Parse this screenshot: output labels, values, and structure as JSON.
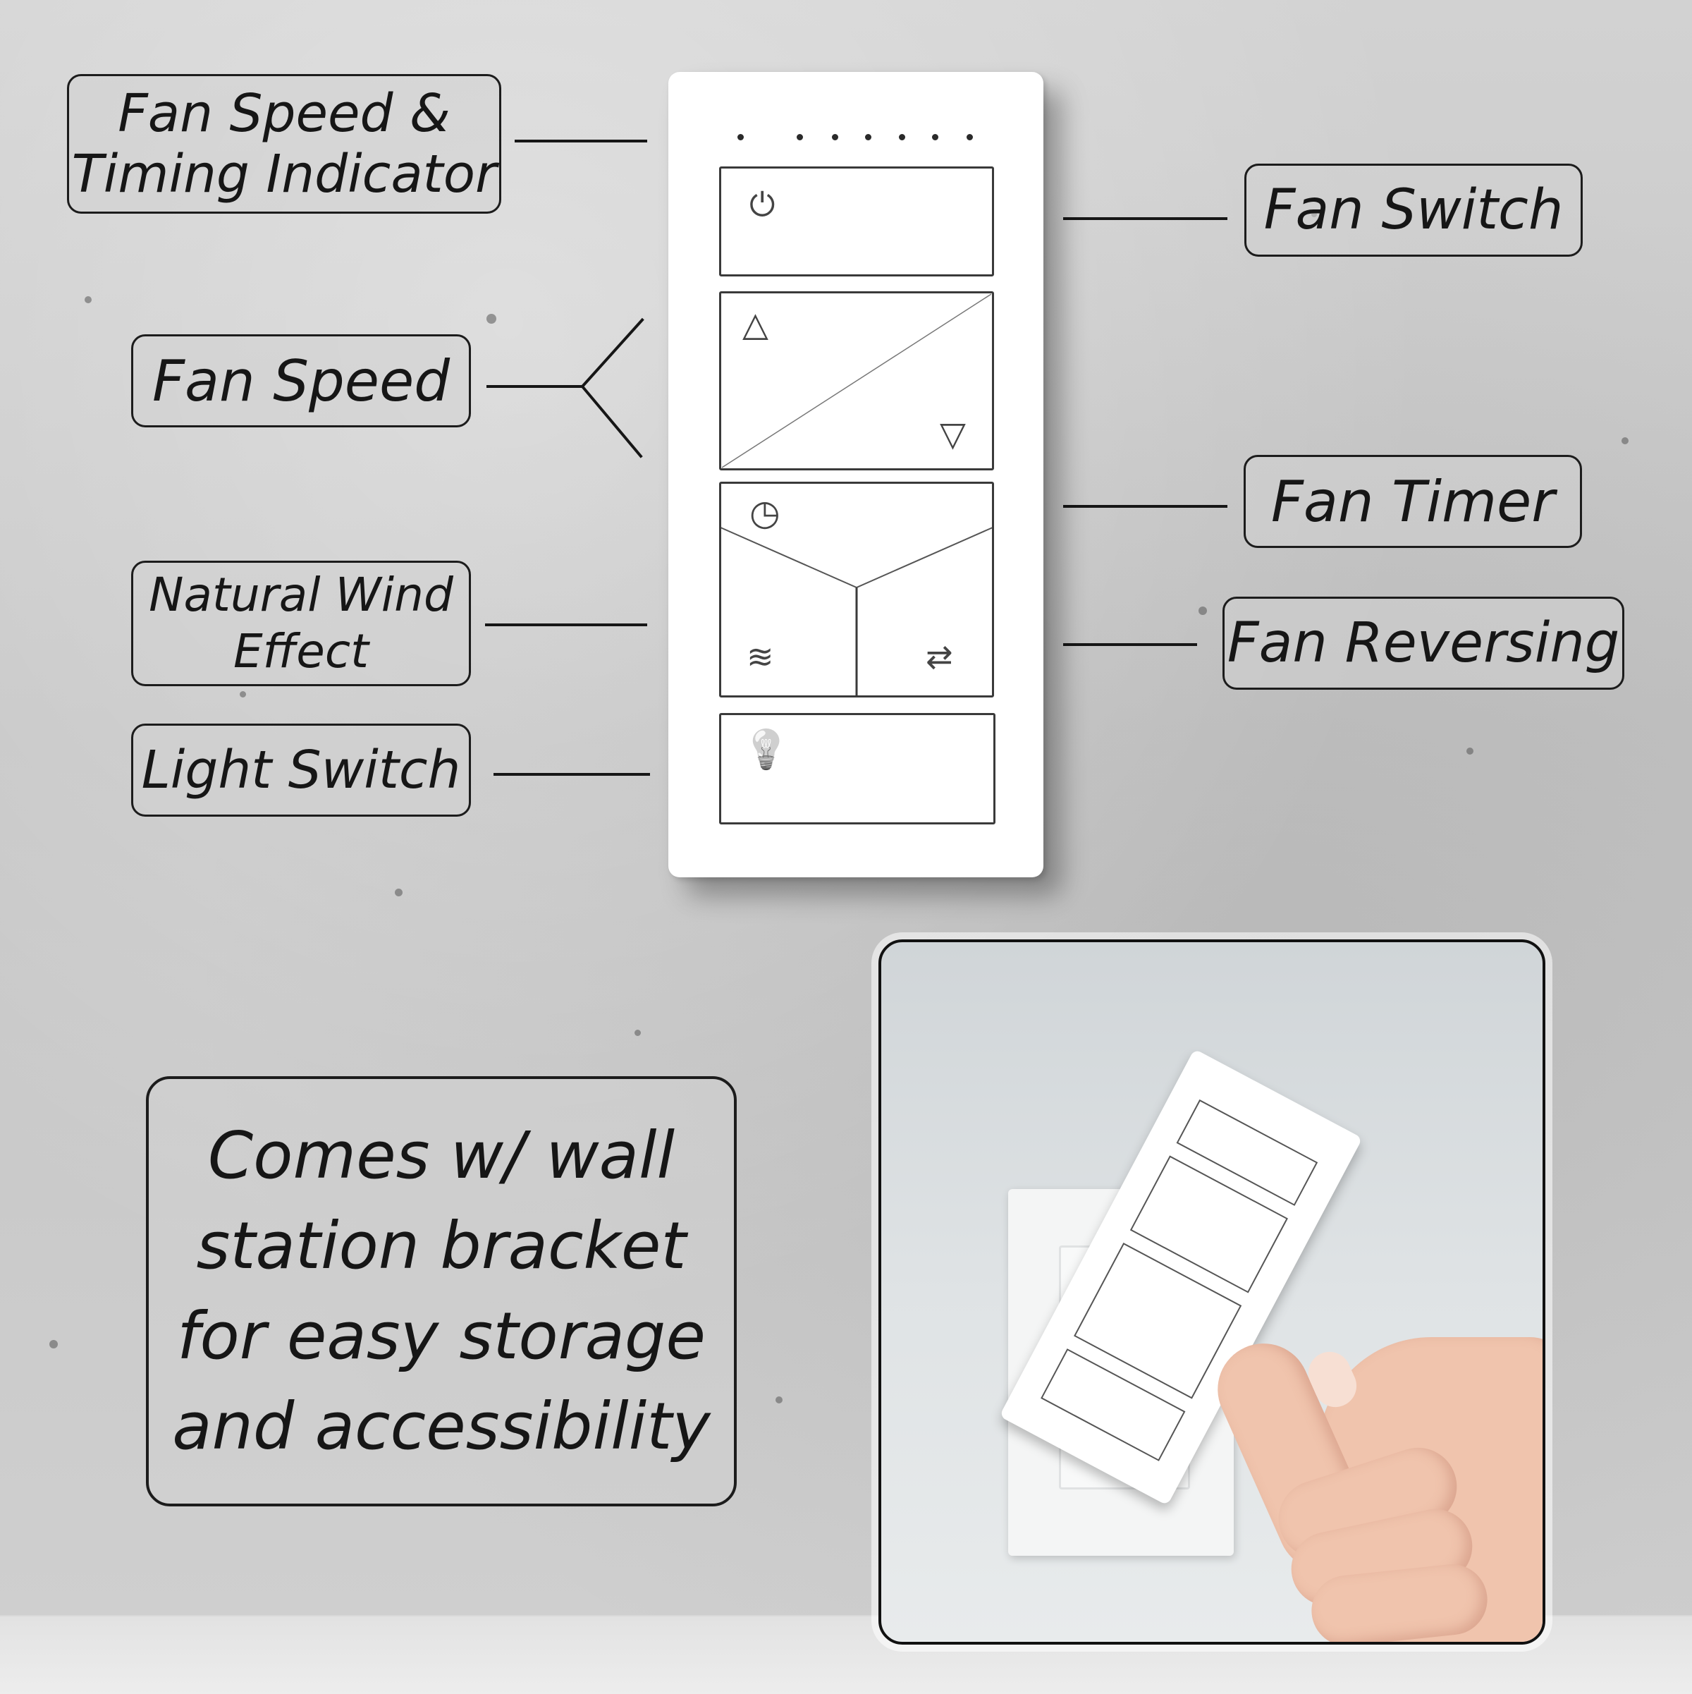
{
  "labels": {
    "timing_indicator": "Fan Speed &\nTiming Indicator",
    "fan_switch": "Fan Switch",
    "fan_speed": "Fan Speed",
    "fan_timer": "Fan Timer",
    "natural_wind": "Natural Wind\nEffect",
    "fan_reversing": "Fan Reversing",
    "light_switch": "Light Switch"
  },
  "promo": {
    "text": "Comes w/ wall\nstation bracket\nfor easy storage\nand accessibility"
  },
  "icons": {
    "power": "⏻",
    "up": "△",
    "down": "▽",
    "timer": "◷",
    "wind": "≋",
    "reverse": "⇄",
    "light": "💡"
  },
  "colors": {
    "background": "#c9c9c9",
    "remote": "#ffffff",
    "outline": "#161616"
  }
}
